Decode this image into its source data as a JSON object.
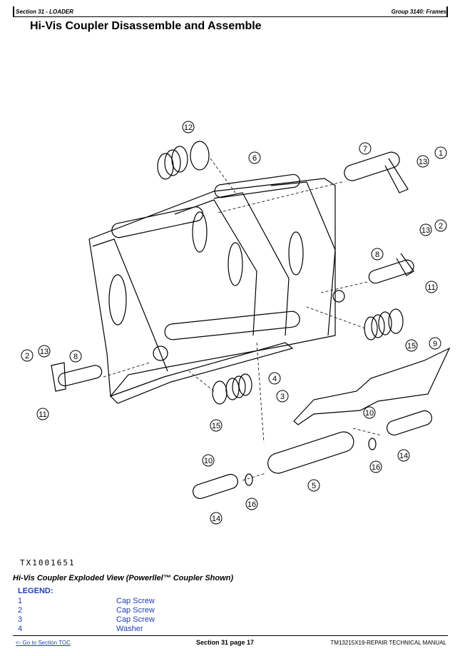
{
  "header": {
    "section": "Section 31 - LOADER",
    "group": "Group 3140: Frames"
  },
  "title": "Hi-Vis Coupler Disassemble and Assemble",
  "figure": {
    "id": "TX1001651",
    "caption": "Hi-Vis Coupler Exploded View (Powerllel™ Coupler Shown)",
    "callouts": [
      "12",
      "6",
      "7",
      "13",
      "1",
      "13",
      "2",
      "8",
      "11",
      "9",
      "15",
      "2",
      "13",
      "8",
      "4",
      "3",
      "11",
      "15",
      "10",
      "16",
      "14",
      "5",
      "10",
      "16",
      "14"
    ]
  },
  "legend": {
    "title": "LEGEND:",
    "items": [
      {
        "num": "1",
        "label": "Cap Screw"
      },
      {
        "num": "2",
        "label": "Cap Screw"
      },
      {
        "num": "3",
        "label": "Cap Screw"
      },
      {
        "num": "4",
        "label": "Washer"
      }
    ]
  },
  "footer": {
    "toc_link": "<- Go to Section TOC",
    "page": "Section 31 page 17",
    "manual": "TM13215X19-REPAIR TECHNICAL MANUAL"
  }
}
